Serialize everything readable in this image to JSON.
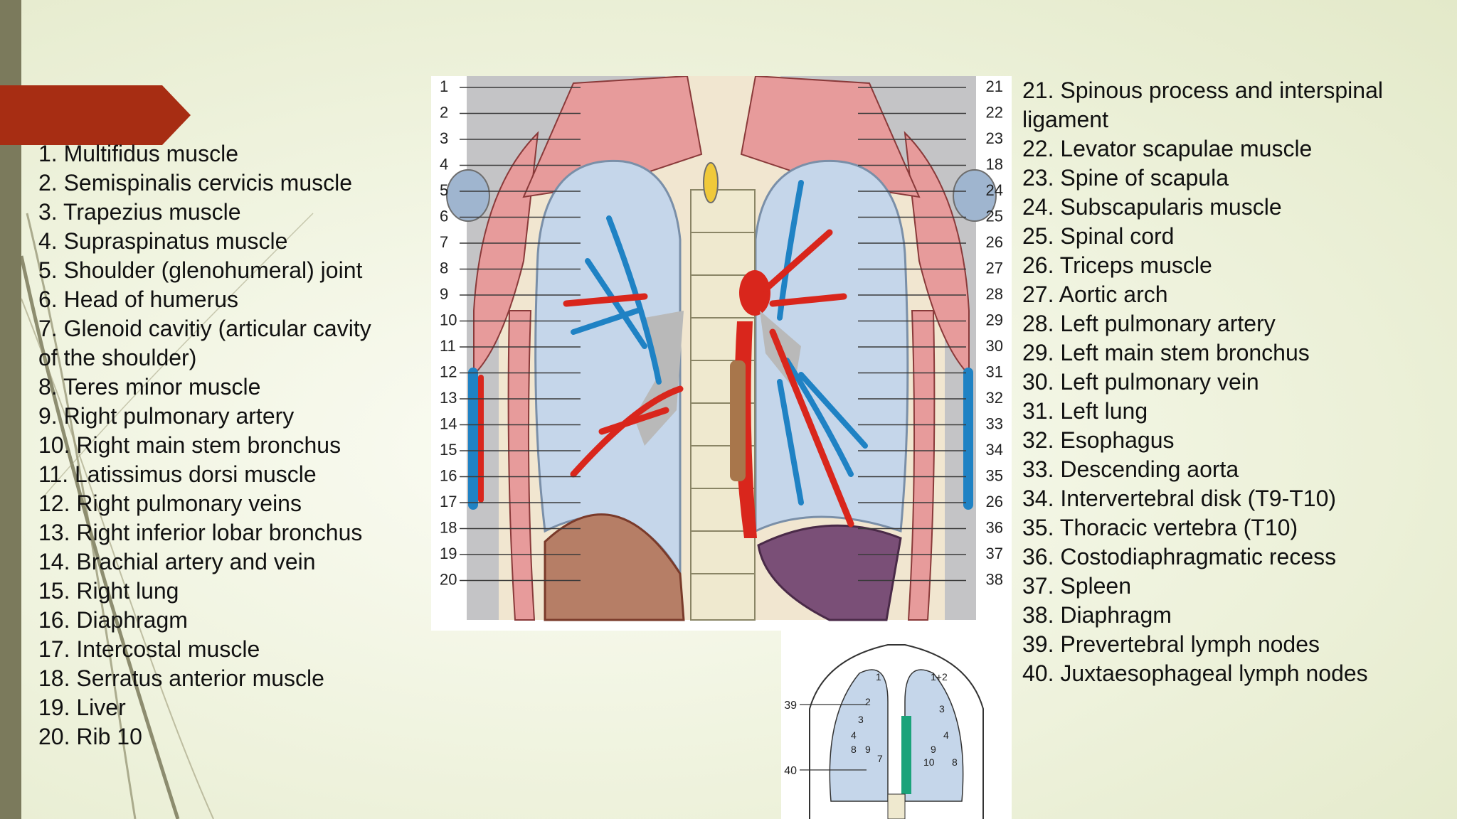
{
  "slide": {
    "accent_color": "#a72d13",
    "left_bar_color": "#7b7a5c",
    "legend_left": [
      "1. Multifidus muscle",
      "2. Semispinalis cervicis muscle",
      "3. Trapezius muscle",
      "4. Supraspinatus muscle",
      "5. Shoulder (glenohumeral) joint",
      "6. Head of humerus",
      "7. Glenoid cavitiy (articular cavity",
      "of the shoulder)",
      "8. Teres minor muscle",
      "9. Right pulmonary artery",
      "10. Right main stem bronchus",
      "11. Latissimus dorsi muscle",
      "12. Right pulmonary veins",
      "13. Right inferior lobar bronchus",
      "14. Brachial artery and vein",
      "15. Right lung",
      "16. Diaphragm",
      "17. Intercostal muscle",
      "18. Serratus anterior muscle",
      "19. Liver",
      "20. Rib 10"
    ],
    "legend_right": [
      "21. Spinous process and interspinal",
      "ligament",
      "22. Levator scapulae muscle",
      "23. Spine of scapula",
      "24. Subscapularis muscle",
      "25. Spinal cord",
      "26. Triceps muscle",
      "27. Aortic arch",
      "28. Left pulmonary artery",
      "29. Left main stem bronchus",
      "30. Left pulmonary vein",
      "31. Left lung",
      "32. Esophagus",
      "33. Descending aorta",
      "34. Intervertebral disk (T9-T10)",
      "35. Thoracic vertebra (T10)",
      "36. Costodiaphragmatic recess",
      "37. Spleen",
      "38. Diaphragm",
      "39. Prevertebral lymph nodes",
      "40. Juxtaesophageal lymph nodes"
    ]
  },
  "figure": {
    "left_numbers": [
      "1",
      "2",
      "3",
      "4",
      "5",
      "6",
      "7",
      "8",
      "9",
      "10",
      "11",
      "12",
      "13",
      "14",
      "15",
      "16",
      "17",
      "18",
      "19",
      "20"
    ],
    "right_numbers": [
      "21",
      "22",
      "23",
      "18",
      "24",
      "25",
      "26",
      "27",
      "28",
      "29",
      "30",
      "31",
      "32",
      "33",
      "34",
      "35",
      "26",
      "36",
      "37",
      "38"
    ],
    "colors": {
      "lung": "#c5d6ea",
      "muscle": "#e79b9b",
      "bone": "#efe9cf",
      "artery": "#d9261c",
      "vein": "#1f82c4",
      "bronchus": "#b9b9b9",
      "liver": "#b67e66",
      "spleen": "#7a4f77",
      "esophagus": "#a8764b",
      "background": "#c4c4c6"
    }
  },
  "inset": {
    "left_labels": [
      "39",
      "40"
    ],
    "segments": [
      "1",
      "2",
      "3",
      "4",
      "8",
      "9",
      "7",
      "1+2",
      "3",
      "4",
      "9",
      "10",
      "8"
    ]
  }
}
